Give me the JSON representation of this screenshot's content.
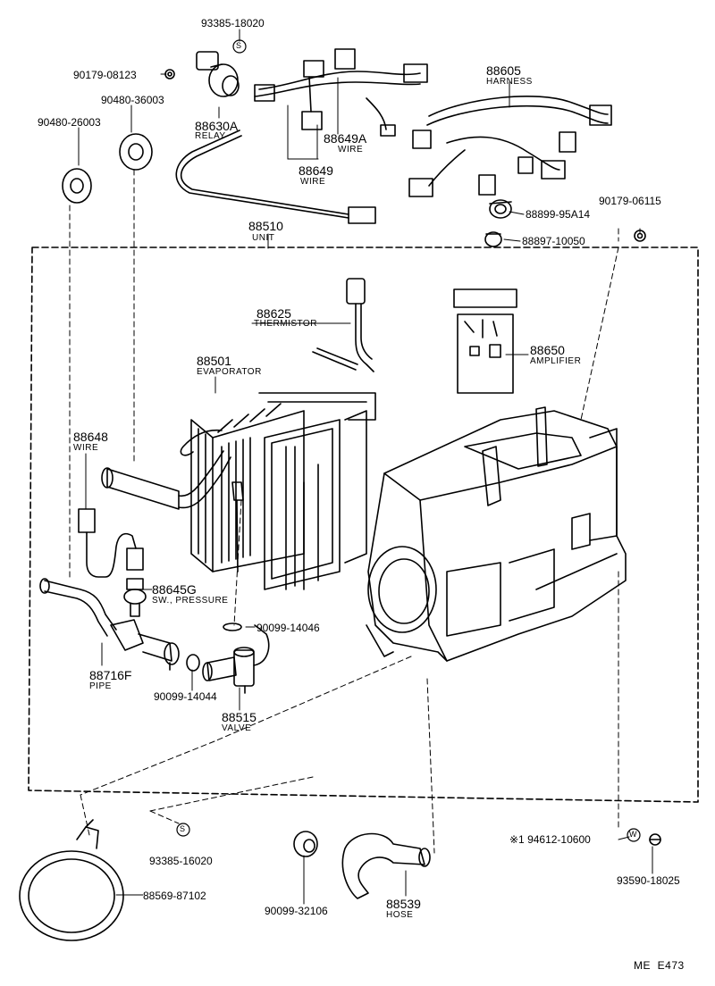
{
  "labels": {
    "p93385_18020": "93385-18020",
    "p90179_08123": "90179-08123",
    "p90480_36003": "90480-36003",
    "p90480_26003": "90480-26003",
    "p88630A": "88630A",
    "relay": "RELAY",
    "p88649A": "88649A",
    "wire_a": "WIRE",
    "p88649": "88649",
    "wire_b": "WIRE",
    "p88605": "88605",
    "harness": "HARNESS",
    "p90179_06115": "90179-06115",
    "p88899_95A14": "88899-95A14",
    "p88897_10050": "88897-10050",
    "p88510": "88510",
    "unit": "UNIT",
    "p88625": "88625",
    "thermistor": "THERMISTOR",
    "p88650": "88650",
    "amplifier": "AMPLIFIER",
    "p88501": "88501",
    "evaporator": "EVAPORATOR",
    "p88648": "88648",
    "wire_c": "WIRE",
    "p88645G": "88645G",
    "sw_pressure": "SW., PRESSURE",
    "p90099_14046": "90099-14046",
    "p88716F": "88716F",
    "pipe": "PIPE",
    "p90099_14044": "90099-14044",
    "p88515": "88515",
    "valve": "VALVE",
    "p93385_16020": "93385-16020",
    "p88569_87102": "88569-87102",
    "p90099_32106": "90099-32106",
    "p88539": "88539",
    "hose": "HOSE",
    "p94612_10600": "※1 94612-10600",
    "p93590_18025": "93590-18025",
    "s_mark_top": "S",
    "s_mark_bottom": "S",
    "w_mark": "W",
    "figure_code": "ME  E473"
  }
}
